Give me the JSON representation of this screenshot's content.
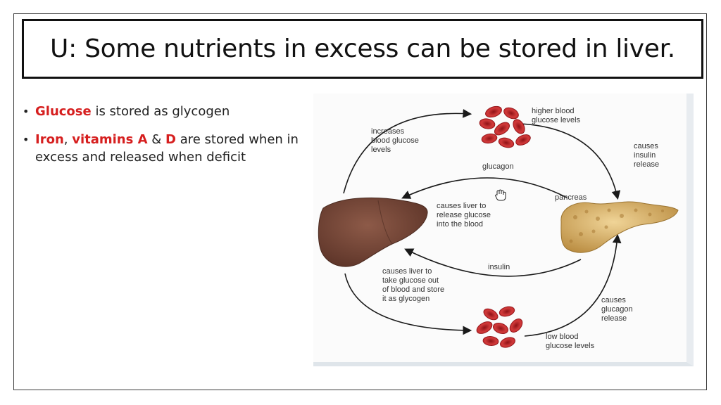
{
  "slide": {
    "title": "U: Some nutrients in excess can be stored in liver."
  },
  "bullets": [
    {
      "parts": [
        {
          "text": "Glucose",
          "hl": true
        },
        {
          "text": " is stored as glycogen",
          "hl": false
        }
      ]
    },
    {
      "parts": [
        {
          "text": "Iron",
          "hl": true
        },
        {
          "text": ", ",
          "hl": false
        },
        {
          "text": "vitamins A",
          "hl": true
        },
        {
          "text": " & ",
          "hl": false
        },
        {
          "text": "D",
          "hl": true
        },
        {
          "text": " are stored when in excess and released when deficit",
          "hl": false
        }
      ]
    }
  ],
  "diagram": {
    "increases": [
      "increases",
      "blood glucose",
      "levels"
    ],
    "higher": [
      "higher blood",
      "glucose levels"
    ],
    "causes_insulin": [
      "causes",
      "insulin",
      "release"
    ],
    "glucagon": "glucagon",
    "pancreas": "pancreas",
    "release_glucose": [
      "causes liver to",
      "release glucose",
      "into the blood"
    ],
    "insulin": "insulin",
    "take_glucose": [
      "causes liver to",
      "take glucose out",
      "of blood and store",
      "it as glycogen"
    ],
    "causes_glucagon": [
      "causes",
      "glucagon",
      "release"
    ],
    "low": [
      "low blood",
      "glucose levels"
    ]
  },
  "colors": {
    "highlight": "#d61f1f",
    "liver": "#7a4a3c",
    "pancreas": "#d9b46a",
    "blood_cell": "#c8262a"
  },
  "icons": [
    "liver-illustration",
    "pancreas-illustration",
    "red-blood-cell",
    "hand-cursor-icon"
  ]
}
